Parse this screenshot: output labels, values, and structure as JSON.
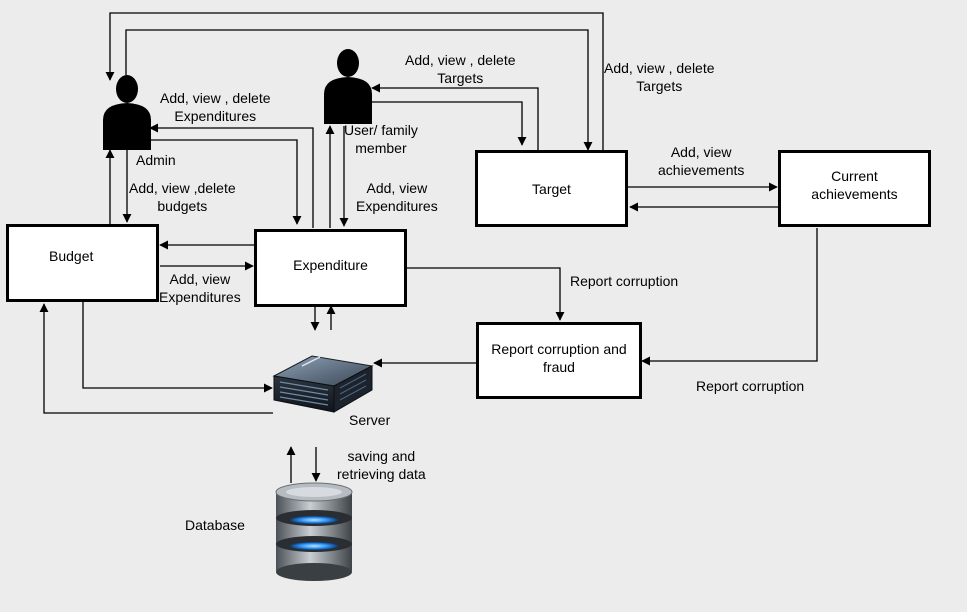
{
  "nodes": {
    "admin": "Admin",
    "user": "User/ family\nmember",
    "budget": "Budget",
    "expenditure": "Expenditure",
    "target": "Target",
    "current": "Current\nachievements",
    "report": "Report corruption and\nfraud",
    "server": "Server",
    "database": "Database"
  },
  "edges": {
    "admin_exp": "Add, view , delete\nExpenditures",
    "admin_budget": "Add, view ,delete\nbudgets",
    "user_exp": "Add, view\nExpenditures",
    "budget_exp": "Add, view\nExpenditures",
    "user_target": "Add, view , delete\nTargets",
    "admin_target": "Add, view , delete\nTargets",
    "target_current": "Add, view\nachievements",
    "exp_report": "Report corruption",
    "current_report": "Report corruption",
    "server_db": "saving and\nretrieving data"
  },
  "icons": {
    "admin": "person-icon",
    "user": "person-icon",
    "server": "server-icon",
    "database": "database-icon"
  },
  "colors": {
    "background": "#ececec",
    "stroke": "#000000",
    "db_glow": "#3aa0ff"
  }
}
